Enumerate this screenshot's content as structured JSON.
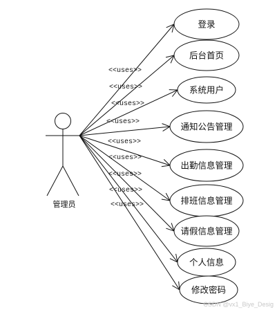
{
  "actor": {
    "name": "管理员"
  },
  "stereotype": "<<uses>>",
  "use_cases": [
    {
      "label": "登录"
    },
    {
      "label": "后台首页"
    },
    {
      "label": "系统用户"
    },
    {
      "label": "通知公告管理"
    },
    {
      "label": "出勤信息管理"
    },
    {
      "label": "排班信息管理"
    },
    {
      "label": "请假信息管理"
    },
    {
      "label": "个人信息"
    },
    {
      "label": "修改密码"
    }
  ],
  "watermark": "CSDN @vx1_Biye_Desig"
}
